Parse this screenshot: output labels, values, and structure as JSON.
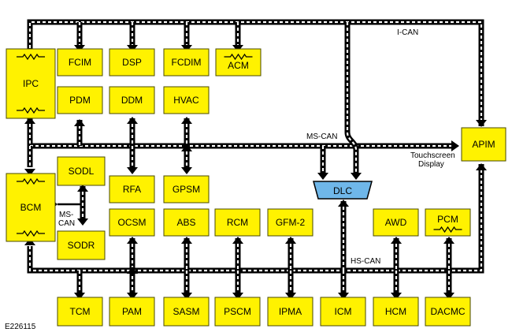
{
  "figure_id": "E226115",
  "networks": {
    "i_can": "I-CAN",
    "ms_can": "MS-CAN",
    "ms_can_local": "MS-CAN",
    "hs_can": "HS-CAN",
    "touchscreen_display": "Touchscreen Display"
  },
  "modules": {
    "ipc": "IPC",
    "fcim": "FCIM",
    "dsp": "DSP",
    "fcdim": "FCDIM",
    "acm": "ACM",
    "pdm": "PDM",
    "ddm": "DDM",
    "hvac": "HVAC",
    "apim": "APIM",
    "bcm": "BCM",
    "sodl": "SODL",
    "sodr": "SODR",
    "rfa": "RFA",
    "gpsm": "GPSM",
    "dlc": "DLC",
    "ocsm": "OCSM",
    "abs": "ABS",
    "rcm": "RCM",
    "gfm2": "GFM-2",
    "awd": "AWD",
    "pcm": "PCM",
    "tcm": "TCM",
    "pam": "PAM",
    "sasm": "SASM",
    "pscm": "PSCM",
    "ipma": "IPMA",
    "icm": "ICM",
    "hcm": "HCM",
    "dacmc": "DACMC"
  },
  "colors": {
    "module_fill": "#fff200",
    "dlc_fill": "#6fb7e9",
    "bus": "#000000"
  }
}
